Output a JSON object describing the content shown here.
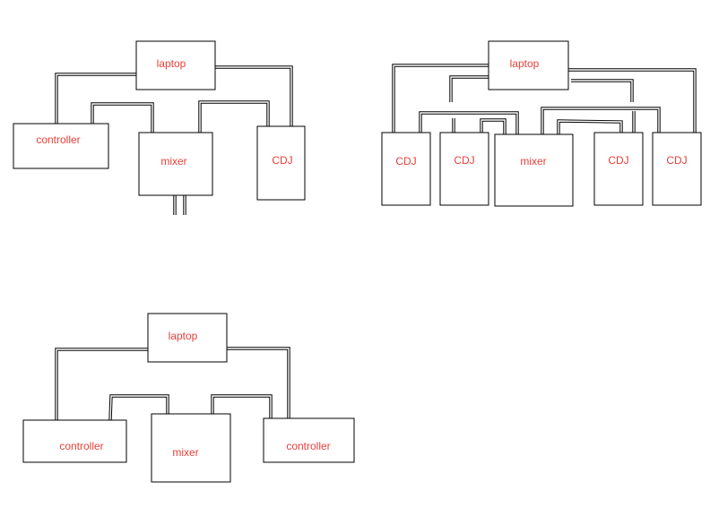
{
  "diagrams": [
    {
      "id": "setup-1",
      "devices": [
        {
          "id": "laptop",
          "label": "laptop"
        },
        {
          "id": "controller",
          "label": "controller"
        },
        {
          "id": "mixer",
          "label": "mixer"
        },
        {
          "id": "cdj",
          "label": "CDJ"
        }
      ]
    },
    {
      "id": "setup-2",
      "devices": [
        {
          "id": "laptop",
          "label": "laptop"
        },
        {
          "id": "cdj-1",
          "label": "CDJ"
        },
        {
          "id": "cdj-2",
          "label": "CDJ"
        },
        {
          "id": "mixer",
          "label": "mixer"
        },
        {
          "id": "cdj-3",
          "label": "CDJ"
        },
        {
          "id": "cdj-4",
          "label": "CDJ"
        }
      ]
    },
    {
      "id": "setup-3",
      "devices": [
        {
          "id": "laptop",
          "label": "laptop"
        },
        {
          "id": "controller-left",
          "label": "controller"
        },
        {
          "id": "mixer",
          "label": "mixer"
        },
        {
          "id": "controller-right",
          "label": "controller"
        }
      ]
    }
  ],
  "colors": {
    "label": "#e8403a",
    "outline": "#000000",
    "background": "#ffffff"
  }
}
